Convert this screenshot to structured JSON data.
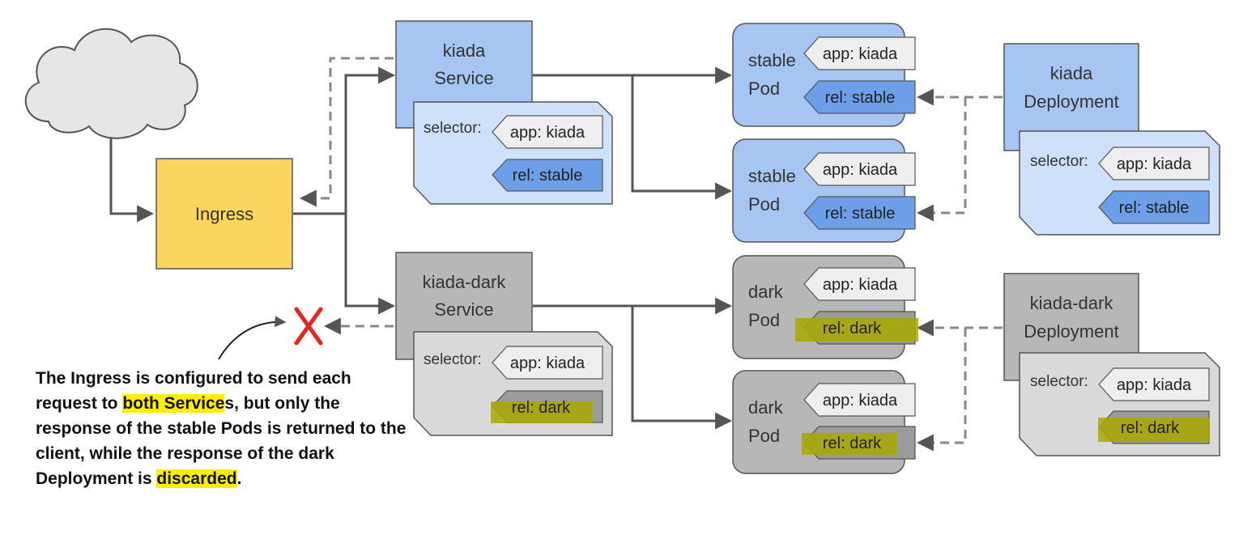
{
  "colors": {
    "ingress": "#fbd55e",
    "stable_box": "#a7c5f2",
    "stable_light": "#cfe0fa",
    "stable_tag": "#6d9ee8",
    "dark_box": "#b7b7b7",
    "dark_light": "#d9d9d9",
    "dark_tag": "#9b9b9b",
    "highlight_marker": "#a8a800",
    "highlight_text": "#ffee00",
    "line": "#555555",
    "cross": "#e8241c"
  },
  "icons": {
    "internet": "cloud-icon",
    "discard": "red-cross-icon"
  },
  "ingress": {
    "label": "Ingress"
  },
  "kiada_service": {
    "line1": "kiada",
    "line2": "Service",
    "selector_label": "selector:",
    "app_tag": "app: kiada",
    "rel_tag": "rel: stable"
  },
  "dark_service": {
    "line1": "kiada-dark",
    "line2": "Service",
    "selector_label": "selector:",
    "app_tag": "app: kiada",
    "rel_tag": "rel: dark"
  },
  "pods": [
    {
      "line1": "stable",
      "line2": "Pod",
      "app_tag": "app: kiada",
      "rel_tag": "rel: stable"
    },
    {
      "line1": "stable",
      "line2": "Pod",
      "app_tag": "app: kiada",
      "rel_tag": "rel: stable"
    },
    {
      "line1": "dark",
      "line2": "Pod",
      "app_tag": "app: kiada",
      "rel_tag": "rel: dark"
    },
    {
      "line1": "dark",
      "line2": "Pod",
      "app_tag": "app: kiada",
      "rel_tag": "rel: dark"
    }
  ],
  "kiada_deployment": {
    "line1": "kiada",
    "line2": "Deployment",
    "selector_label": "selector:",
    "app_tag": "app: kiada",
    "rel_tag": "rel: stable"
  },
  "dark_deployment": {
    "line1": "kiada-dark",
    "line2": "Deployment",
    "selector_label": "selector:",
    "app_tag": "app: kiada",
    "rel_tag": "rel: dark"
  },
  "caption": {
    "part1": "The Ingress is configured to send each request to ",
    "highlight1": "both Service",
    "part2": "s, but only the response of the stable Pods is returned to the client, while the response of the dark Deployment is ",
    "highlight2": "discarded",
    "part3": "."
  }
}
